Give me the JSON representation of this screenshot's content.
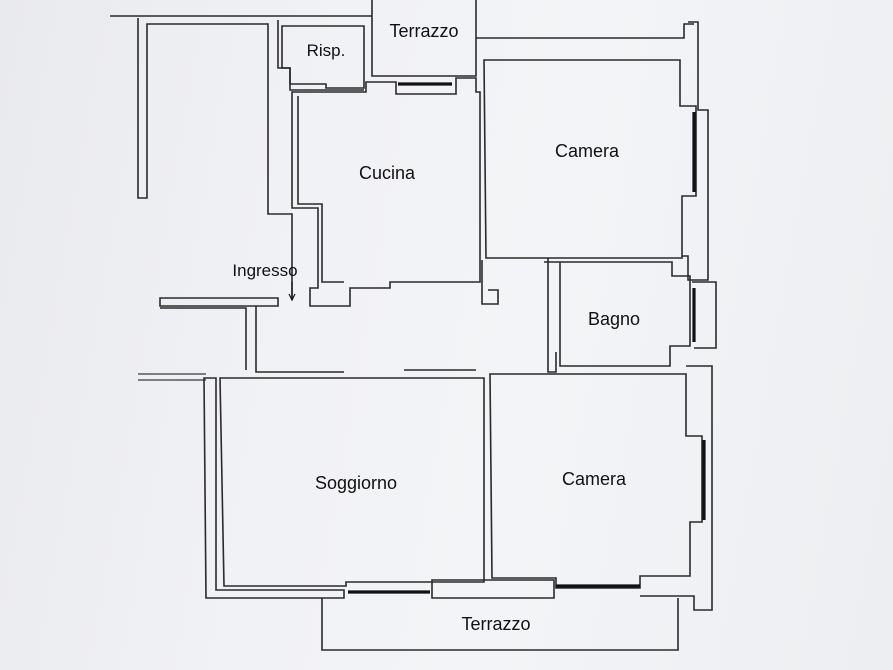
{
  "rooms": {
    "terrazzo_top": "Terrazzo",
    "risp": "Risp.",
    "cucina": "Cucina",
    "camera_top": "Camera",
    "ingresso": "Ingresso",
    "bagno": "Bagno",
    "soggiorno": "Soggiorno",
    "camera_bottom": "Camera",
    "terrazzo_bottom": "Terrazzo"
  },
  "colors": {
    "paper": "#f1f2f5",
    "walls": "#2a2a2a"
  }
}
